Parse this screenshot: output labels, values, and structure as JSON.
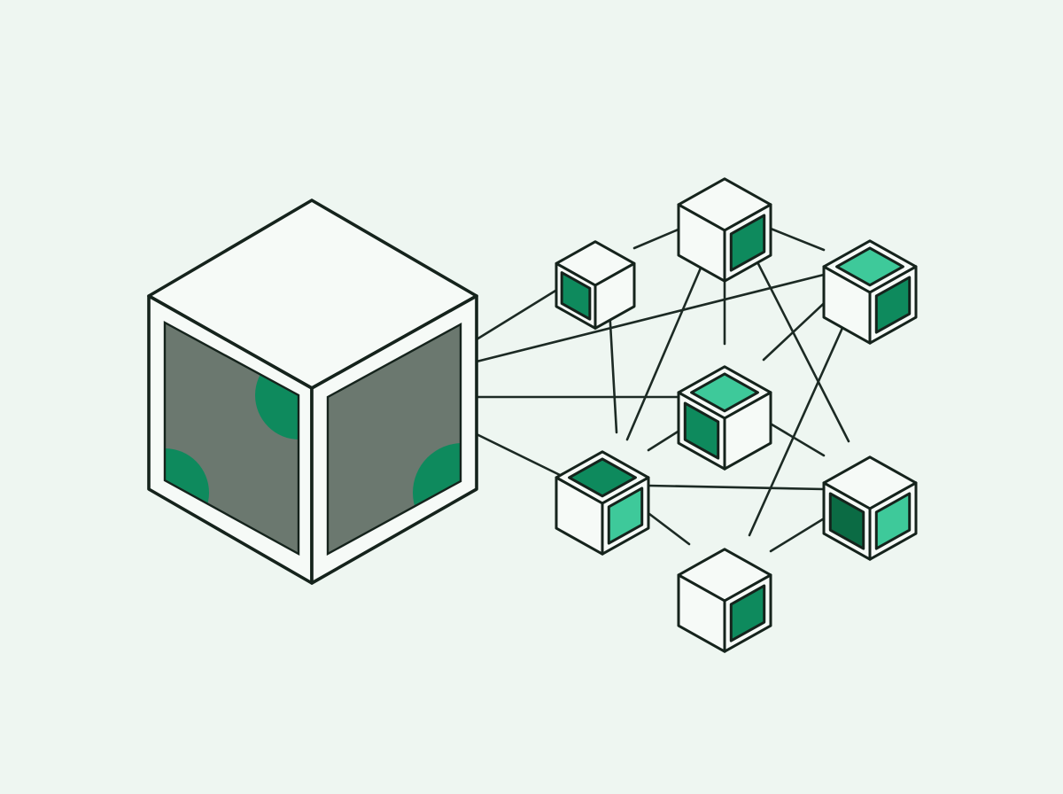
{
  "colors": {
    "background": "#eef6f1",
    "outline": "#15231c",
    "cube_face": "#f6faf7",
    "big_cube_panel": "#6b786f",
    "green_dark": "#0b6b44",
    "green_mid": "#0e8a5d",
    "green_light": "#3ec99a"
  },
  "diagram": {
    "nodes": [
      {
        "id": "n1",
        "top": "white",
        "left": "green_mid",
        "right": "white"
      },
      {
        "id": "n2",
        "top": "white",
        "left": "white",
        "right": "green_mid"
      },
      {
        "id": "n3",
        "top": "green_light",
        "left": "white",
        "right": "green_mid"
      },
      {
        "id": "n4",
        "top": "green_light",
        "left": "green_mid",
        "right": "white"
      },
      {
        "id": "n5",
        "top": "green_mid",
        "left": "white",
        "right": "green_light"
      },
      {
        "id": "n6",
        "top": "white",
        "left": "green_dark",
        "right": "green_light"
      },
      {
        "id": "n7",
        "top": "white",
        "left": "white",
        "right": "green_mid"
      }
    ]
  }
}
